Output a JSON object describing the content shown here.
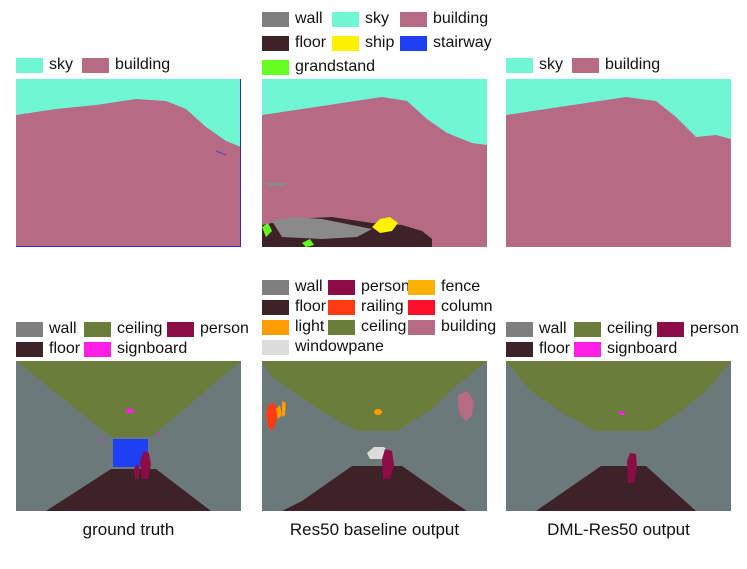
{
  "colors": {
    "wall": "#7f7f7f",
    "sky": "#6ff7d4",
    "building": "#b66a84",
    "floor": "#3d2228",
    "ship": "#fff200",
    "stairway": "#1f3ff4",
    "grandstand": "#66ff22",
    "person": "#8a0e45",
    "fence": "#ffb000",
    "railing": "#ff3b13",
    "column": "#ff0f2a",
    "light": "#ff9d00",
    "ceiling": "#6a7d3a",
    "signboard": "#ff1ee3",
    "windowpane": "#dcdcdc",
    "scene_wall": "#6c797b"
  },
  "rows": [
    {
      "panels": [
        {
          "legend": [
            {
              "label": "sky",
              "color_key": "sky"
            },
            {
              "label": "building",
              "color_key": "building"
            }
          ]
        },
        {
          "legend": [
            {
              "label": "wall",
              "color_key": "wall"
            },
            {
              "label": "sky",
              "color_key": "sky"
            },
            {
              "label": "building",
              "color_key": "building"
            },
            {
              "label": "floor",
              "color_key": "floor"
            },
            {
              "label": "ship",
              "color_key": "ship"
            },
            {
              "label": "stairway",
              "color_key": "stairway"
            },
            {
              "label": "grandstand",
              "color_key": "grandstand"
            }
          ]
        },
        {
          "legend": [
            {
              "label": "sky",
              "color_key": "sky"
            },
            {
              "label": "building",
              "color_key": "building"
            }
          ]
        }
      ]
    },
    {
      "panels": [
        {
          "legend": [
            {
              "label": "wall",
              "color_key": "wall"
            },
            {
              "label": "ceiling",
              "color_key": "ceiling"
            },
            {
              "label": "person",
              "color_key": "person"
            },
            {
              "label": "floor",
              "color_key": "floor"
            },
            {
              "label": "signboard",
              "color_key": "signboard"
            }
          ]
        },
        {
          "legend": [
            {
              "label": "wall",
              "color_key": "wall"
            },
            {
              "label": "person",
              "color_key": "person"
            },
            {
              "label": "fence",
              "color_key": "fence"
            },
            {
              "label": "floor",
              "color_key": "floor"
            },
            {
              "label": "railing",
              "color_key": "railing"
            },
            {
              "label": "column",
              "color_key": "column"
            },
            {
              "label": "light",
              "color_key": "light"
            },
            {
              "label": "ceiling",
              "color_key": "ceiling"
            },
            {
              "label": "building",
              "color_key": "building"
            },
            {
              "label": "windowpane",
              "color_key": "windowpane"
            }
          ]
        },
        {
          "legend": [
            {
              "label": "wall",
              "color_key": "wall"
            },
            {
              "label": "ceiling",
              "color_key": "ceiling"
            },
            {
              "label": "person",
              "color_key": "person"
            },
            {
              "label": "floor",
              "color_key": "floor"
            },
            {
              "label": "signboard",
              "color_key": "signboard"
            }
          ]
        }
      ]
    }
  ],
  "captions": [
    "ground truth",
    "Res50 baseline output",
    "DML-Res50 output"
  ]
}
